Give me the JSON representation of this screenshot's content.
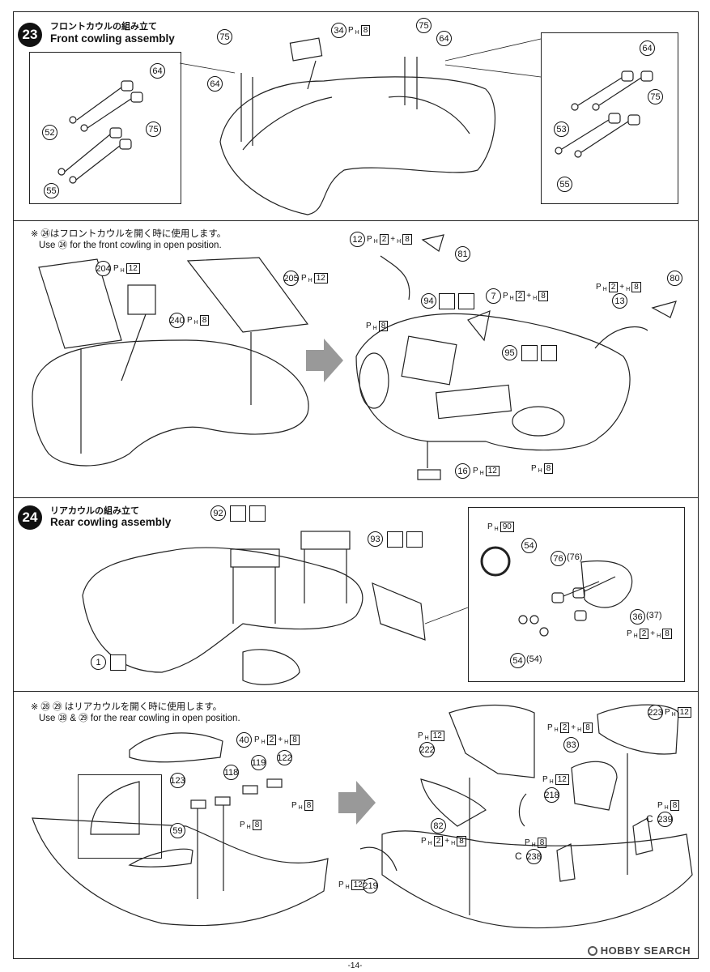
{
  "steps": [
    {
      "number": "23",
      "title_jp": "フロントカウルの組み立て",
      "title_en": "Front cowling assembly",
      "note_mark": "※",
      "note_jp": "㉔はフロントカウルを開く時に使用します。",
      "note_en": "Use ㉔ for the front cowling in open position."
    },
    {
      "number": "24",
      "title_jp": "リアカウルの組み立て",
      "title_en": "Rear cowling assembly",
      "note_mark": "※",
      "note_jp": "㉘ ㉙ はリアカウルを開く時に使用します。",
      "note_en": "Use ㉘ & ㉙ for the rear cowling in open position."
    }
  ],
  "parts": {
    "s23": [
      "75",
      "64",
      "34",
      "75",
      "64",
      "64",
      "52",
      "75",
      "55",
      "64",
      "75",
      "53",
      "55"
    ],
    "s23b": [
      "204",
      "240",
      "205",
      "12",
      "81",
      "94",
      "7",
      "80",
      "13",
      "95",
      "16"
    ],
    "s24": [
      "92",
      "93",
      "1",
      "54",
      "76",
      "36",
      "54"
    ],
    "s24b": [
      "40",
      "118",
      "119",
      "122",
      "123",
      "59",
      "222",
      "83",
      "223",
      "218",
      "82",
      "239",
      "238",
      "219"
    ]
  },
  "paint": {
    "h8": "8",
    "h12": "12",
    "h2": "2",
    "h90": "90",
    "plus": "+",
    "ph": "P",
    "h": "H"
  },
  "parens": {
    "p76": "(76)",
    "p37": "(37)",
    "p54": "(54)"
  },
  "letters": {
    "c239": "C",
    "c238": "C"
  },
  "icons": [
    "nipper-icon",
    "knife-icon"
  ],
  "footer": {
    "page": "-14-"
  },
  "watermark": {
    "text": "HOBBY SEARCH"
  }
}
